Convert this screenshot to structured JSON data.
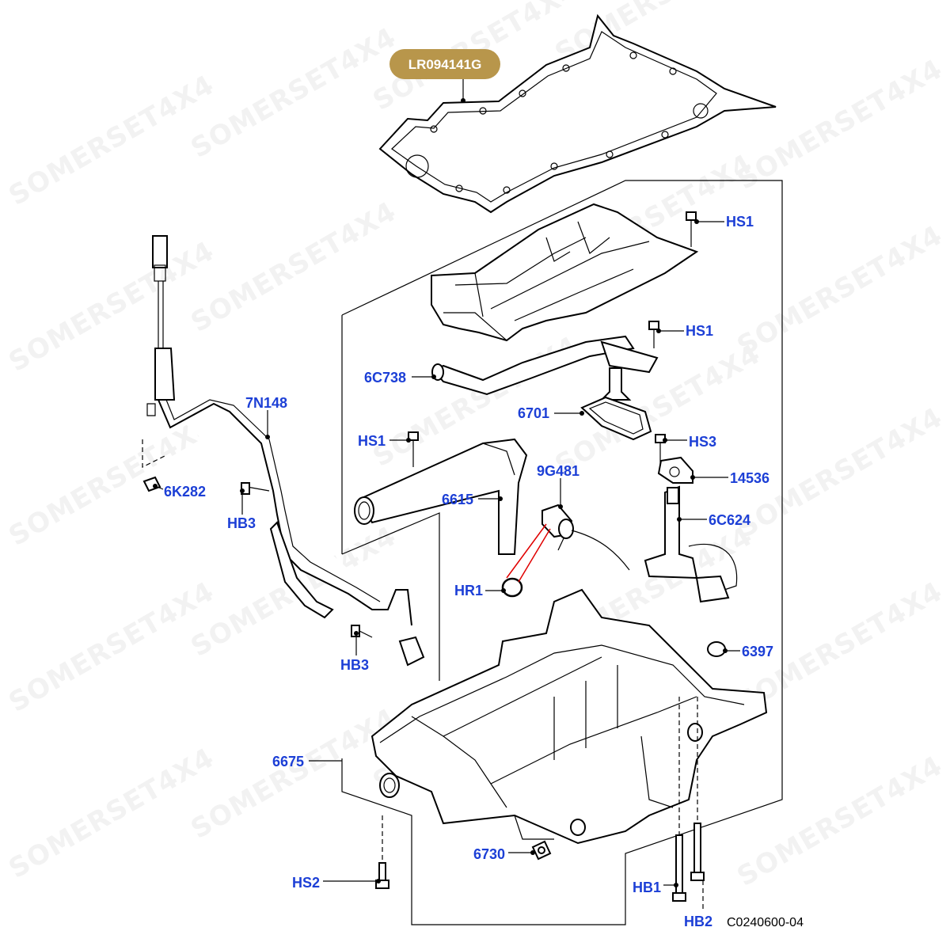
{
  "watermark": "SOMERSET4X4",
  "highlight_part": {
    "label": "LR094141G",
    "color": "#b8964b"
  },
  "callouts": [
    {
      "id": "hs1-a",
      "label": "HS1"
    },
    {
      "id": "hs1-b",
      "label": "HS1"
    },
    {
      "id": "6c738",
      "label": "6C738"
    },
    {
      "id": "6701",
      "label": "6701"
    },
    {
      "id": "7n148",
      "label": "7N148"
    },
    {
      "id": "hs1-c",
      "label": "HS1"
    },
    {
      "id": "hs3",
      "label": "HS3"
    },
    {
      "id": "9g481",
      "label": "9G481"
    },
    {
      "id": "14536",
      "label": "14536"
    },
    {
      "id": "6k282",
      "label": "6K282"
    },
    {
      "id": "6615",
      "label": "6615"
    },
    {
      "id": "6c624",
      "label": "6C624"
    },
    {
      "id": "hb3-a",
      "label": "HB3"
    },
    {
      "id": "hr1",
      "label": "HR1"
    },
    {
      "id": "hb3-b",
      "label": "HB3"
    },
    {
      "id": "6397",
      "label": "6397"
    },
    {
      "id": "6675",
      "label": "6675"
    },
    {
      "id": "6730",
      "label": "6730"
    },
    {
      "id": "hs2",
      "label": "HS2"
    },
    {
      "id": "hb1",
      "label": "HB1"
    },
    {
      "id": "hb2",
      "label": "HB2"
    }
  ],
  "diagram_ref": "C0240600-04",
  "colors": {
    "label_blue": "#1c3fd6",
    "line": "#000000",
    "seal_red": "#e00000"
  }
}
